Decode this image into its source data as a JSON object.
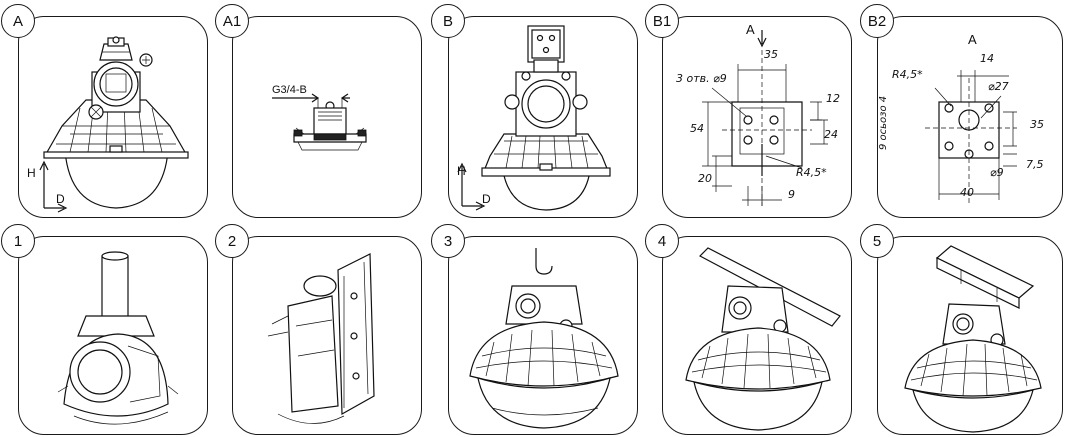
{
  "panels": {
    "a": {
      "badge": "A"
    },
    "a1": {
      "badge": "A1",
      "thread_label": "G3/4-B"
    },
    "b": {
      "badge": "B"
    },
    "b1": {
      "badge": "B1",
      "view_label": "A",
      "dims": {
        "d35": "35",
        "holes": "3 отв. ⌀9",
        "d12": "12",
        "d54": "54",
        "d24": "24",
        "d20": "20",
        "r45": "R4,5*",
        "d9": "9"
      }
    },
    "b2": {
      "badge": "B2",
      "view_label": "A",
      "dims": {
        "d14": "14",
        "r45": "R4,5*",
        "d27": "⌀27",
        "axis": "9 осьозо 4",
        "d35": "35",
        "d75": "7,5",
        "d9": "⌀9",
        "d40": "40"
      }
    },
    "p1": {
      "badge": "1"
    },
    "p2": {
      "badge": "2"
    },
    "p3": {
      "badge": "3"
    },
    "p4": {
      "badge": "4"
    },
    "p5": {
      "badge": "5"
    }
  },
  "axes": {
    "h": "H",
    "d": "D"
  }
}
